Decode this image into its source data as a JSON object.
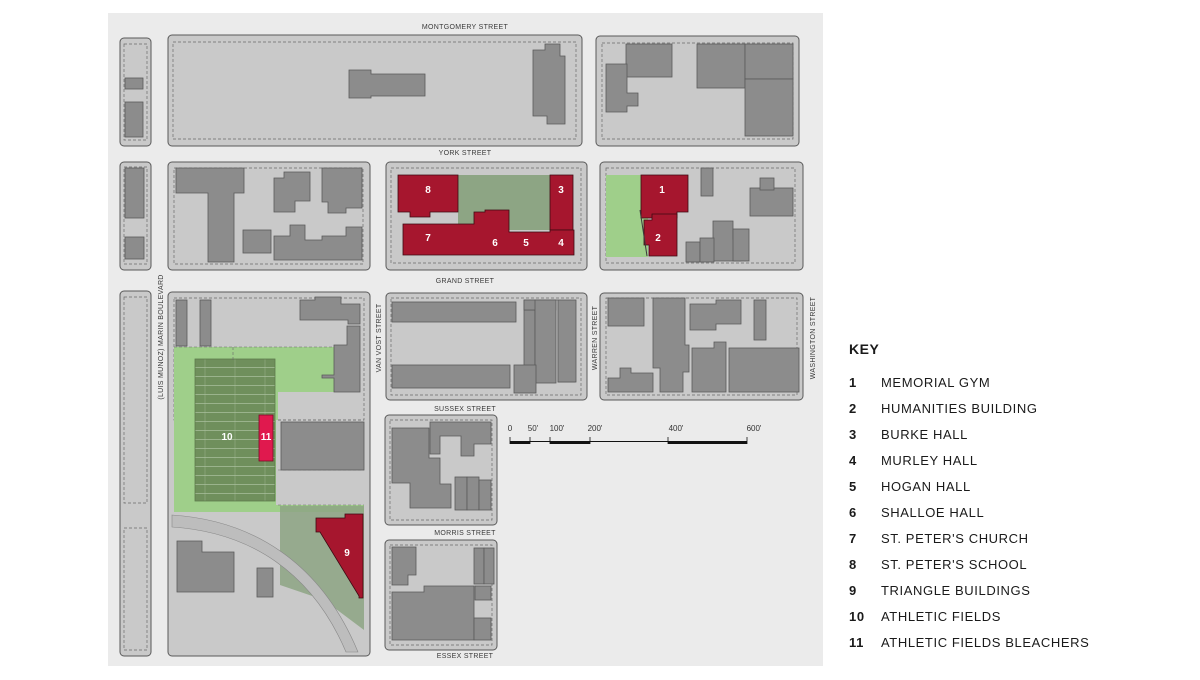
{
  "colors": {
    "background": "#ebebeb",
    "block": "#c9c9c9",
    "block_outline": "#595959",
    "building": "#8c8c8c",
    "university_building": "#a6162e",
    "bleachers": "#e0194e",
    "green_space": "#9fcf8a",
    "athletic_field": "#6f8f5c",
    "courtyard": "#8da584",
    "road": "#bdbdbd"
  },
  "streets": {
    "montgomery": "MONTGOMERY STREET",
    "york": "YORK STREET",
    "grand": "GRAND STREET",
    "sussex": "SUSSEX STREET",
    "morris": "MORRIS STREET",
    "essex": "ESSEX STREET",
    "marin": "(LUIS MUNOZ) MARIN BOULEVARD",
    "van_vorst": "VAN VOST STREET",
    "warren": "WARREN STREET",
    "washington": "WASHINGTON STREET"
  },
  "map_labels": {
    "b1": "1",
    "b2": "2",
    "b3": "3",
    "b4": "4",
    "b5": "5",
    "b6": "6",
    "b7": "7",
    "b8": "8",
    "b9": "9",
    "b10": "10",
    "b11": "11"
  },
  "scale_bar": {
    "t0": "0",
    "t50": "50'",
    "t100": "100'",
    "t200": "200'",
    "t400": "400'",
    "t600": "600'"
  },
  "key": {
    "title": "KEY",
    "items": [
      {
        "num": "1",
        "label": "MEMORIAL GYM"
      },
      {
        "num": "2",
        "label": "HUMANITIES BUILDING"
      },
      {
        "num": "3",
        "label": "BURKE HALL"
      },
      {
        "num": "4",
        "label": "MURLEY HALL"
      },
      {
        "num": "5",
        "label": "HOGAN HALL"
      },
      {
        "num": "6",
        "label": "SHALLOE HALL"
      },
      {
        "num": "7",
        "label": "ST. PETER'S CHURCH"
      },
      {
        "num": "8",
        "label": "ST. PETER'S SCHOOL"
      },
      {
        "num": "9",
        "label": "TRIANGLE BUILDINGS"
      },
      {
        "num": "10",
        "label": "ATHLETIC FIELDS"
      },
      {
        "num": "11",
        "label": "ATHLETIC FIELDS BLEACHERS"
      }
    ]
  }
}
